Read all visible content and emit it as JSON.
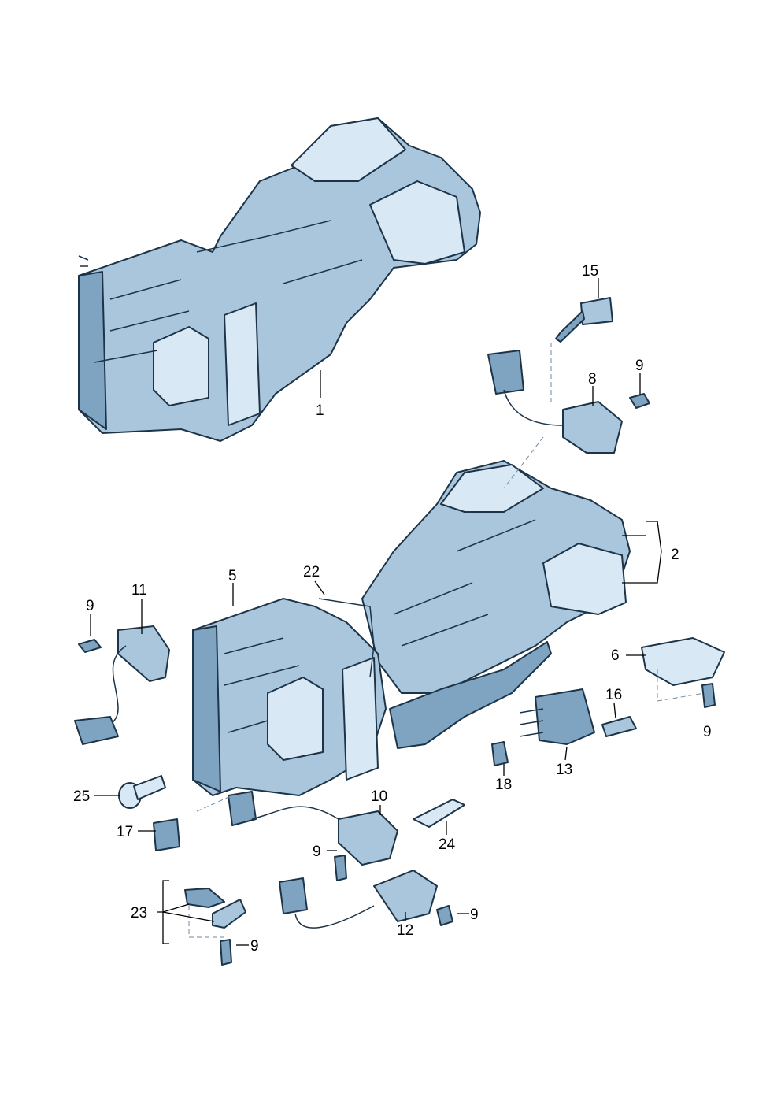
{
  "callouts": [
    {
      "id": "c1",
      "text": "1"
    },
    {
      "id": "c2",
      "text": "2"
    },
    {
      "id": "c5",
      "text": "5"
    },
    {
      "id": "c6",
      "text": "6"
    },
    {
      "id": "c8",
      "text": "8"
    },
    {
      "id": "c9a",
      "text": "9"
    },
    {
      "id": "c9b",
      "text": "9"
    },
    {
      "id": "c9c",
      "text": "9"
    },
    {
      "id": "c9d",
      "text": "9"
    },
    {
      "id": "c9e",
      "text": "9"
    },
    {
      "id": "c9f",
      "text": "9"
    },
    {
      "id": "c10",
      "text": "10"
    },
    {
      "id": "c11",
      "text": "11"
    },
    {
      "id": "c12",
      "text": "12"
    },
    {
      "id": "c13",
      "text": "13"
    },
    {
      "id": "c15",
      "text": "15"
    },
    {
      "id": "c16",
      "text": "16"
    },
    {
      "id": "c17",
      "text": "17"
    },
    {
      "id": "c18",
      "text": "18"
    },
    {
      "id": "c22",
      "text": "22"
    },
    {
      "id": "c23",
      "text": "23"
    },
    {
      "id": "c24",
      "text": "24"
    },
    {
      "id": "c25",
      "text": "25"
    }
  ],
  "colors": {
    "part_fill": "#a9c6dc",
    "part_shadow": "#7ea4c2",
    "part_highlight": "#d8e8f4",
    "outline": "#1d3448",
    "background": "#ffffff"
  }
}
